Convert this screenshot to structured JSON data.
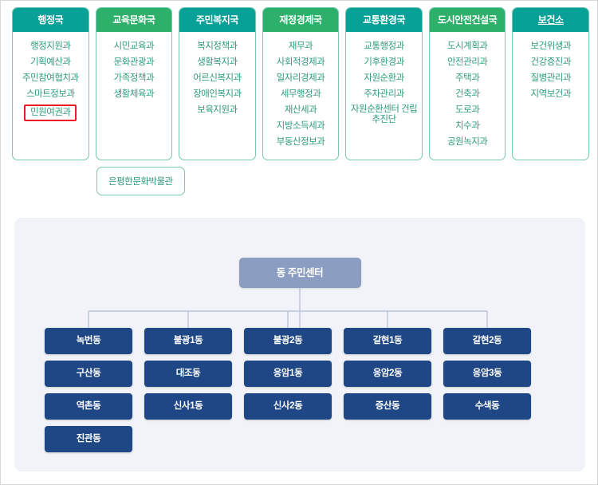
{
  "colors": {
    "header_teal": "#07a197",
    "header_green": "#2cb06a",
    "card_border": "#79c9b4",
    "dept_text": "#2f9b7c",
    "highlight_red": "#ec1c24",
    "panel_bg": "#f1f3f8",
    "dong_root_bg": "#8b9dc0",
    "dong_box_bg": "#1f4785",
    "connector_line": "#b9c4da"
  },
  "bureaus": [
    {
      "title": "행정국",
      "head_color": "teal",
      "underlined": false,
      "departments": [
        {
          "name": "행정지원과",
          "highlighted": false
        },
        {
          "name": "기획예산과",
          "highlighted": false
        },
        {
          "name": "주민참여협치과",
          "highlighted": false
        },
        {
          "name": "스마트정보과",
          "highlighted": false
        },
        {
          "name": "민원여권과",
          "highlighted": true
        }
      ]
    },
    {
      "title": "교육문화국",
      "head_color": "green",
      "underlined": false,
      "departments": [
        {
          "name": "시민교육과",
          "highlighted": false
        },
        {
          "name": "문화관광과",
          "highlighted": false
        },
        {
          "name": "가족정책과",
          "highlighted": false
        },
        {
          "name": "생활체육과",
          "highlighted": false
        }
      ]
    },
    {
      "title": "주민복지국",
      "head_color": "teal",
      "underlined": false,
      "departments": [
        {
          "name": "복지정책과",
          "highlighted": false
        },
        {
          "name": "생활복지과",
          "highlighted": false
        },
        {
          "name": "어르신복지과",
          "highlighted": false
        },
        {
          "name": "장애인복지과",
          "highlighted": false
        },
        {
          "name": "보육지원과",
          "highlighted": false
        }
      ]
    },
    {
      "title": "재정경제국",
      "head_color": "green",
      "underlined": false,
      "departments": [
        {
          "name": "재무과",
          "highlighted": false
        },
        {
          "name": "사회적경제과",
          "highlighted": false
        },
        {
          "name": "일자리경제과",
          "highlighted": false
        },
        {
          "name": "세무행정과",
          "highlighted": false
        },
        {
          "name": "재산세과",
          "highlighted": false
        },
        {
          "name": "지방소득세과",
          "highlighted": false
        },
        {
          "name": "부동산정보과",
          "highlighted": false
        }
      ]
    },
    {
      "title": "교통환경국",
      "head_color": "teal",
      "underlined": false,
      "departments": [
        {
          "name": "교통행정과",
          "highlighted": false
        },
        {
          "name": "기후환경과",
          "highlighted": false
        },
        {
          "name": "자원순환과",
          "highlighted": false
        },
        {
          "name": "주차관리과",
          "highlighted": false
        },
        {
          "name": "자원순환센터 건립추진단",
          "highlighted": false
        }
      ]
    },
    {
      "title": "도시안전건설국",
      "head_color": "green",
      "underlined": false,
      "departments": [
        {
          "name": "도시계획과",
          "highlighted": false
        },
        {
          "name": "안전관리과",
          "highlighted": false
        },
        {
          "name": "주택과",
          "highlighted": false
        },
        {
          "name": "건축과",
          "highlighted": false
        },
        {
          "name": "도로과",
          "highlighted": false
        },
        {
          "name": "치수과",
          "highlighted": false
        },
        {
          "name": "공원녹지과",
          "highlighted": false
        }
      ]
    },
    {
      "title": "보건소",
      "head_color": "teal",
      "underlined": true,
      "departments": [
        {
          "name": "보건위생과",
          "highlighted": false
        },
        {
          "name": "건강증진과",
          "highlighted": false
        },
        {
          "name": "질병관리과",
          "highlighted": false
        },
        {
          "name": "지역보건과",
          "highlighted": false
        }
      ]
    }
  ],
  "museum": {
    "label": "은평한문화박물관"
  },
  "dong_center": {
    "root_label": "동 주민센터",
    "rows": [
      [
        "녹번동",
        "불광1동",
        "불광2동",
        "갈현1동",
        "갈현2동"
      ],
      [
        "구산동",
        "대조동",
        "응암1동",
        "응암2동",
        "응암3동"
      ],
      [
        "역촌동",
        "신사1동",
        "신사2동",
        "증산동",
        "수색동"
      ],
      [
        "진관동"
      ]
    ]
  }
}
